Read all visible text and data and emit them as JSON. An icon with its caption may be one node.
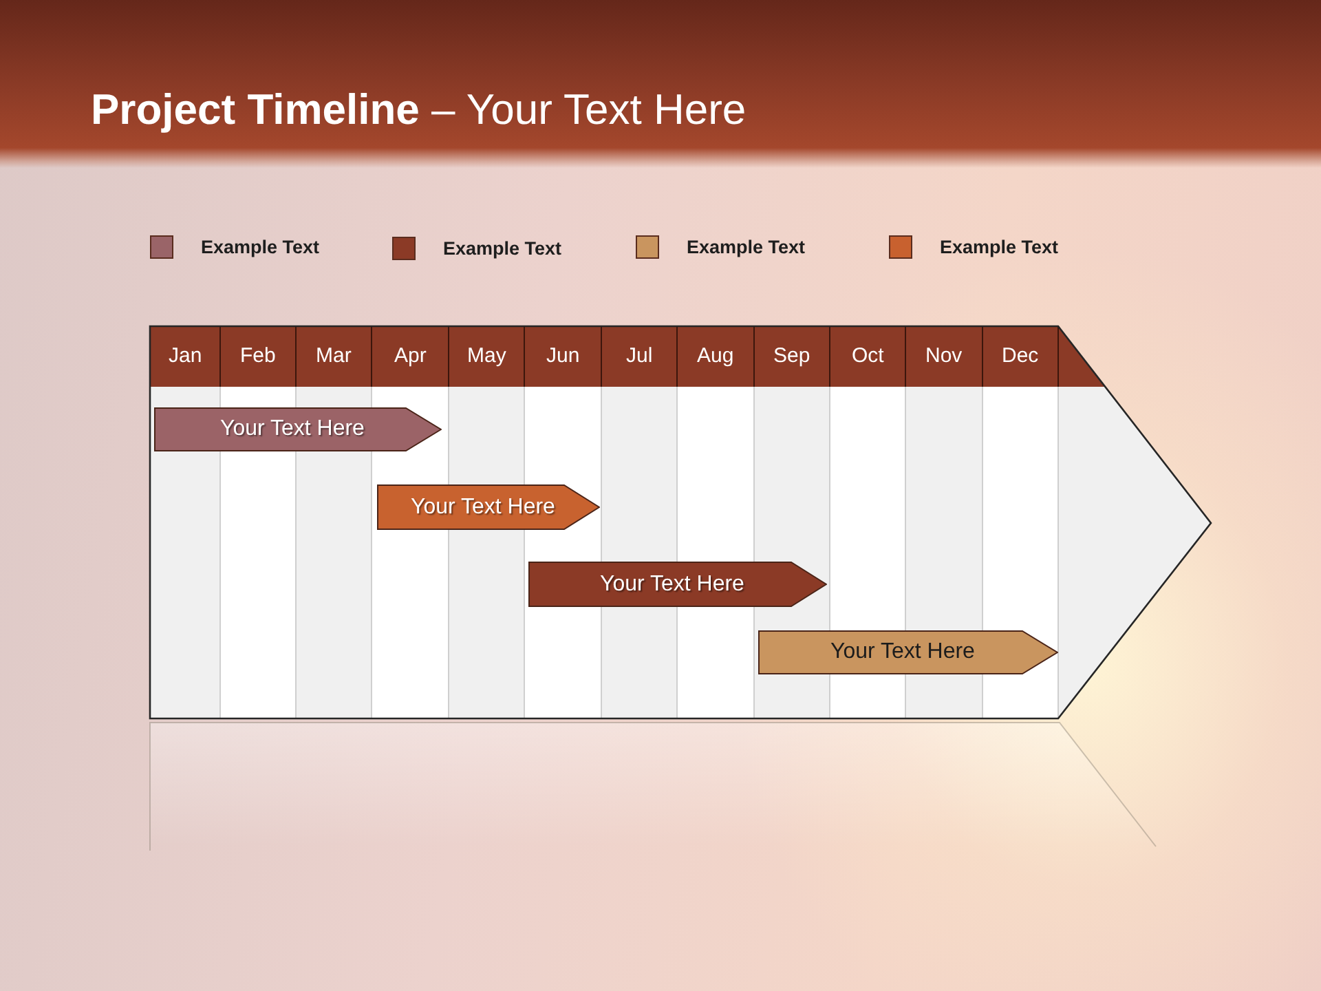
{
  "diagram": {
    "title": "**Project Timeline** – Your Text Here",
    "nodes": [
      {
        "text": [
          "Your Text Here"
        ]
      },
      {
        "text": [
          "Your Text Here"
        ]
      },
      {
        "text": [
          "Your Text Here"
        ]
      },
      {
        "text": [
          "Your Text Here"
        ]
      }
    ],
    "labels": [
      "Jan",
      "Feb",
      "Mar",
      "Apr",
      "May",
      "Jun",
      "Jul",
      "Aug",
      "Sep",
      "Oct",
      "Nov",
      "Dec"
    ],
    "legend": [
      {
        "text": "Example Text",
        "color": "#9a6468"
      },
      {
        "text": "Example Text",
        "color": "#8b3a26"
      },
      {
        "text": "Example Text",
        "color": "#c9955f"
      },
      {
        "text": "Example Text",
        "color": "#c8612f"
      }
    ]
  }
}
